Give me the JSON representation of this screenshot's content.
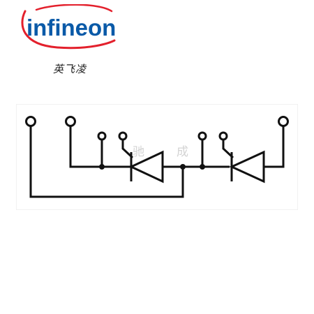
{
  "brand": {
    "logo_text": "infineon",
    "logo_color": "#0a5aa8",
    "swoosh_color": "#e3202c",
    "chinese_name": "英飞凌"
  },
  "watermark": {
    "char1": "驰",
    "char2": "成"
  },
  "diagram": {
    "line_color": "#111111",
    "terminal_count": 7,
    "diode_count": 2
  }
}
